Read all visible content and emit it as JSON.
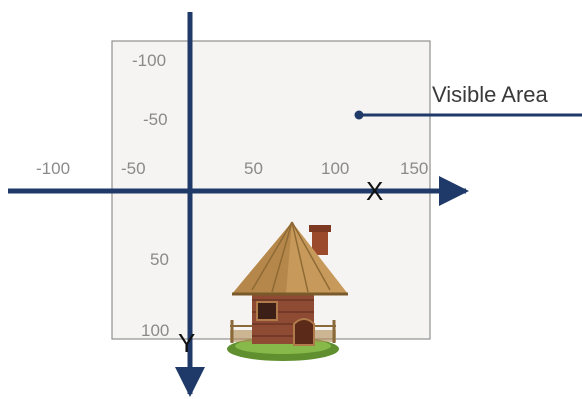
{
  "colors": {
    "axis": "#1f3a68",
    "visible_area_fill": "#f6f4f2",
    "visible_area_border": "#8f8f8f",
    "tick_text": "#8a8a8a",
    "label_text": "#3a3a3a"
  },
  "axes": {
    "x_label": "X",
    "y_label": "Y",
    "x_ticks": [
      "-100",
      "-50",
      "50",
      "100",
      "150"
    ],
    "y_ticks": [
      "-100",
      "-50",
      "50",
      "100"
    ]
  },
  "callout": {
    "label": "Visible Area"
  },
  "icons": {
    "sprite": "house-icon"
  }
}
